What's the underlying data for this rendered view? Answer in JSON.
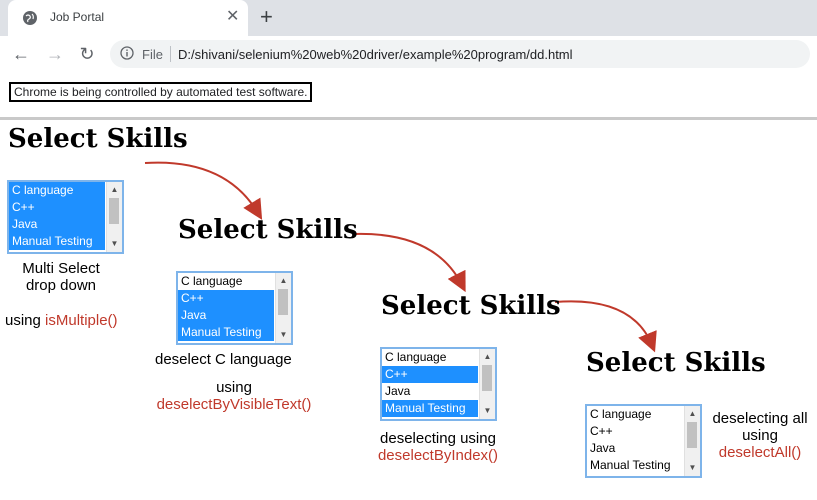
{
  "browser": {
    "tab_title": "Job Portal",
    "omnibox_file_label": "File",
    "url": "D:/shivani/selenium%20web%20driver/example%20program/dd.html",
    "automation_message": "Chrome is being controlled by automated test software."
  },
  "panels": [
    {
      "heading": "Select Skills",
      "options": [
        "C language",
        "C++",
        "Java",
        "Manual Testing"
      ],
      "selected": [
        true,
        true,
        true,
        true
      ],
      "caption_lines": [
        "Multi Select",
        "drop down"
      ],
      "using_prefix": "using ",
      "method": "isMultiple()"
    },
    {
      "heading": "Select Skills",
      "options": [
        "C language",
        "C++",
        "Java",
        "Manual Testing"
      ],
      "selected": [
        false,
        true,
        true,
        true
      ],
      "caption_lines": [
        "deselect C language"
      ],
      "using_prefix": "using",
      "method": "deselectByVisibleText()"
    },
    {
      "heading": "Select Skills",
      "options": [
        "C language",
        "C++",
        "Java",
        "Manual Testing"
      ],
      "selected": [
        false,
        true,
        false,
        true
      ],
      "caption_lines": [
        "deselecting using"
      ],
      "using_prefix": "",
      "method": "deselectByIndex()"
    },
    {
      "heading": "Select Skills",
      "options": [
        "C language",
        "C++",
        "Java",
        "Manual Testing"
      ],
      "selected": [
        false,
        false,
        false,
        false
      ],
      "caption_lines": [
        "deselecting all"
      ],
      "using_prefix": "using",
      "method": "deselectAll()"
    }
  ],
  "colors": {
    "selected_option_bg": "#1e90ff",
    "method_text": "#c0392b",
    "arrow": "#c0392b",
    "listbox_border": "#7eb4ea"
  }
}
